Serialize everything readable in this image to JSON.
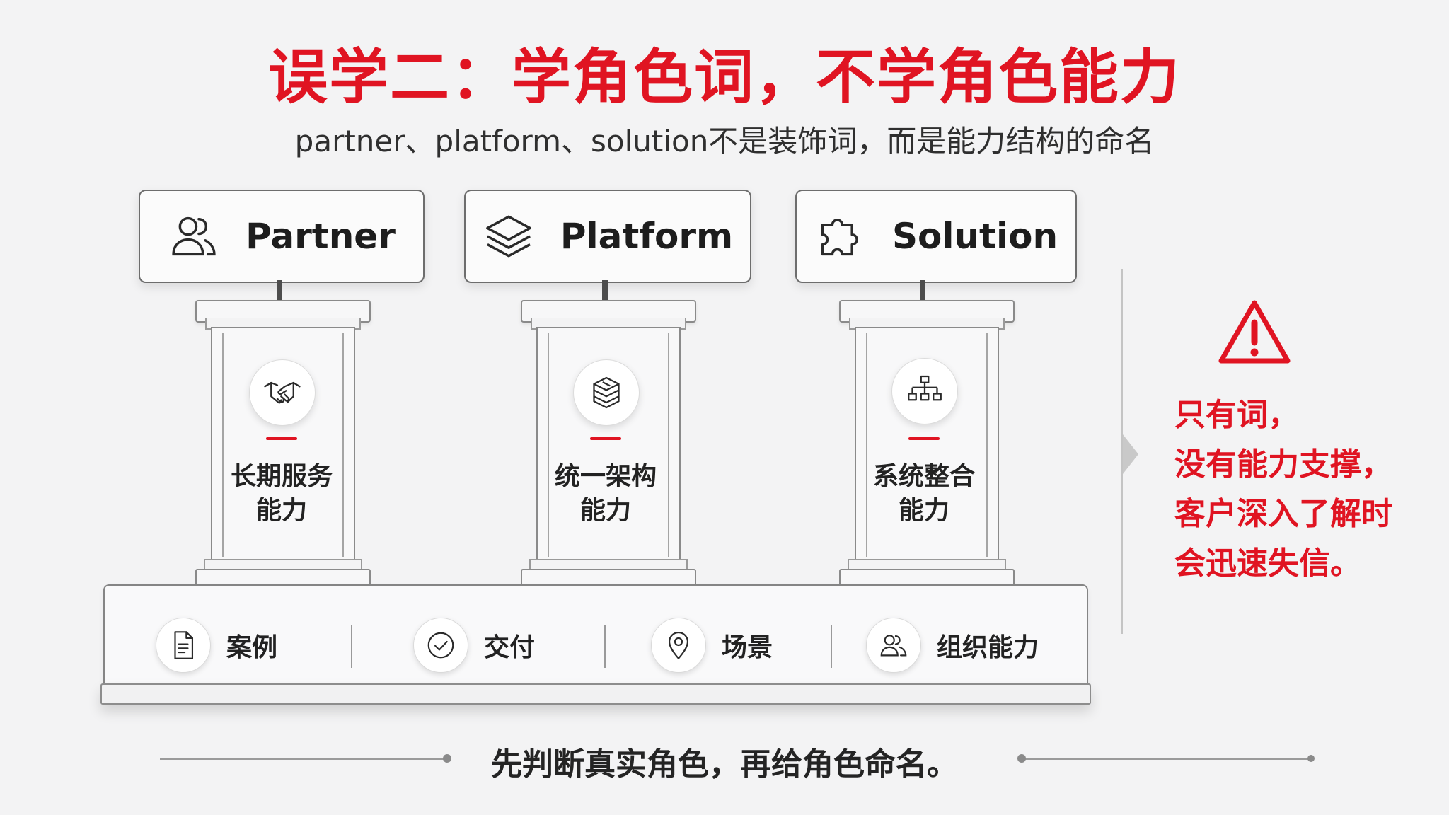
{
  "title": "误学二：学角色词，不学角色能力",
  "subtitle": "partner、platform、solution不是装饰词，而是能力结构的命名",
  "roles": [
    {
      "label": "Partner",
      "icon": "people-icon",
      "capability_icon": "handshake-icon",
      "capability_line1": "长期服务",
      "capability_line2": "能力"
    },
    {
      "label": "Platform",
      "icon": "layers-icon",
      "capability_icon": "stack-cube-icon",
      "capability_line1": "统一架构",
      "capability_line2": "能力"
    },
    {
      "label": "Solution",
      "icon": "puzzle-icon",
      "capability_icon": "org-chart-icon",
      "capability_line1": "系统整合",
      "capability_line2": "能力"
    }
  ],
  "foundation": [
    {
      "label": "案例",
      "icon": "document-icon"
    },
    {
      "label": "交付",
      "icon": "check-circle-icon"
    },
    {
      "label": "场景",
      "icon": "location-pin-icon"
    },
    {
      "label": "组织能力",
      "icon": "team-icon"
    }
  ],
  "warning": {
    "icon": "warning-triangle-icon",
    "lines": [
      "只有词，",
      "没有能力支撑，",
      "客户深入了解时",
      "会迅速失信。"
    ]
  },
  "footer": "先判断真实角色，再给角色命名。",
  "colors": {
    "accent": "#e01422",
    "text": "#2b2b2b",
    "background": "#f3f3f4"
  }
}
